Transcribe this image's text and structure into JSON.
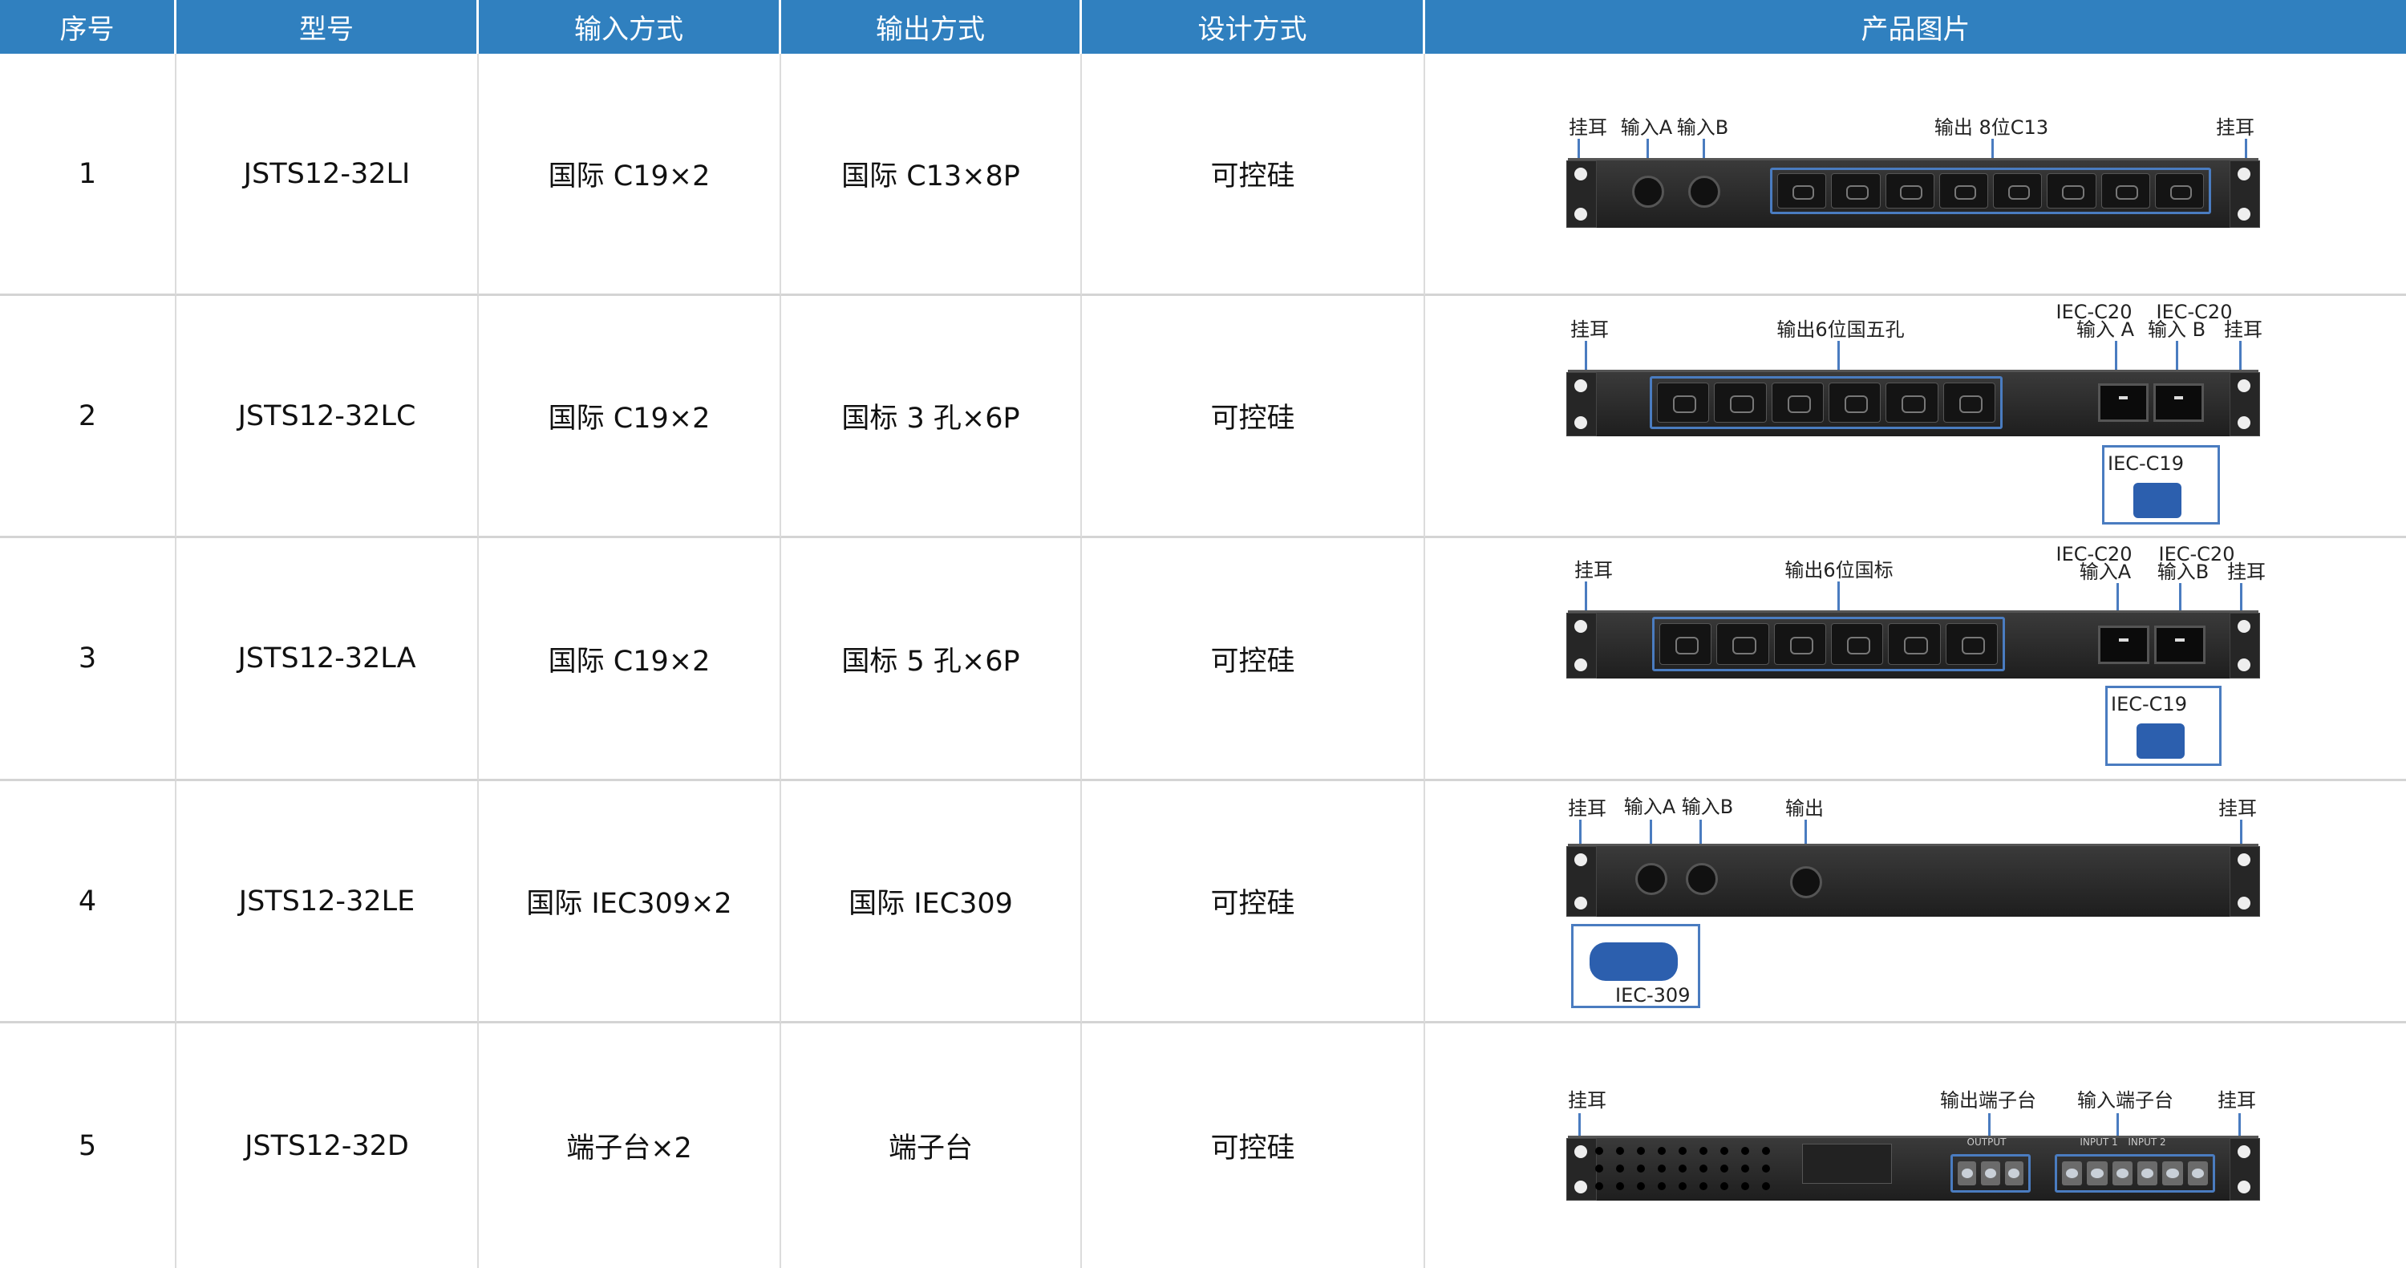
{
  "headers": [
    "序号",
    "型号",
    "输入方式",
    "输出方式",
    "设计方式",
    "产品图片"
  ],
  "rows": [
    {
      "no": "1",
      "model": "JSTS12-32LI",
      "input": "国际 C19×2",
      "output": "国际 C13×8P",
      "design": "可控硅",
      "labels": {
        "ear_l": "挂耳",
        "in_a": "输入A",
        "in_b": "输入B",
        "out": "输出 8位C13",
        "ear_r": "挂耳"
      }
    },
    {
      "no": "2",
      "model": "JSTS12-32LC",
      "input": "国际 C19×2",
      "output": "国标 3 孔×6P",
      "design": "可控硅",
      "labels": {
        "ear_l": "挂耳",
        "out": "输出6位国五孔",
        "c20_a": "IEC-C20",
        "in_a": "输入 A",
        "c20_b": "IEC-C20",
        "in_b": "输入 B",
        "ear_r": "挂耳",
        "inset": "IEC-C19"
      }
    },
    {
      "no": "3",
      "model": "JSTS12-32LA",
      "input": "国际 C19×2",
      "output": "国标 5 孔×6P",
      "design": "可控硅",
      "labels": {
        "ear_l": "挂耳",
        "out": "输出6位国标",
        "c20_a": "IEC-C20",
        "in_a": "输入A",
        "c20_b": "IEC-C20",
        "in_b": "输入B",
        "ear_r": "挂耳",
        "inset": "IEC-C19"
      }
    },
    {
      "no": "4",
      "model": "JSTS12-32LE",
      "input": "国际 IEC309×2",
      "output": "国际 IEC309",
      "design": "可控硅",
      "labels": {
        "ear_l": "挂耳",
        "in_a": "输入A",
        "in_b": "输入B",
        "out": "输出",
        "ear_r": "挂耳",
        "inset": "IEC-309"
      }
    },
    {
      "no": "5",
      "model": "JSTS12-32D",
      "input": "端子台×2",
      "output": "端子台",
      "design": "可控硅",
      "labels": {
        "ear_l": "挂耳",
        "out": "输出端子台",
        "in": "输入端子台",
        "ear_r": "挂耳",
        "output_tag": "OUTPUT",
        "input1_tag": "INPUT 1",
        "input2_tag": "INPUT 2"
      }
    }
  ],
  "colors": {
    "header_bg": "#3080bf",
    "outline": "#4a7cc0"
  }
}
